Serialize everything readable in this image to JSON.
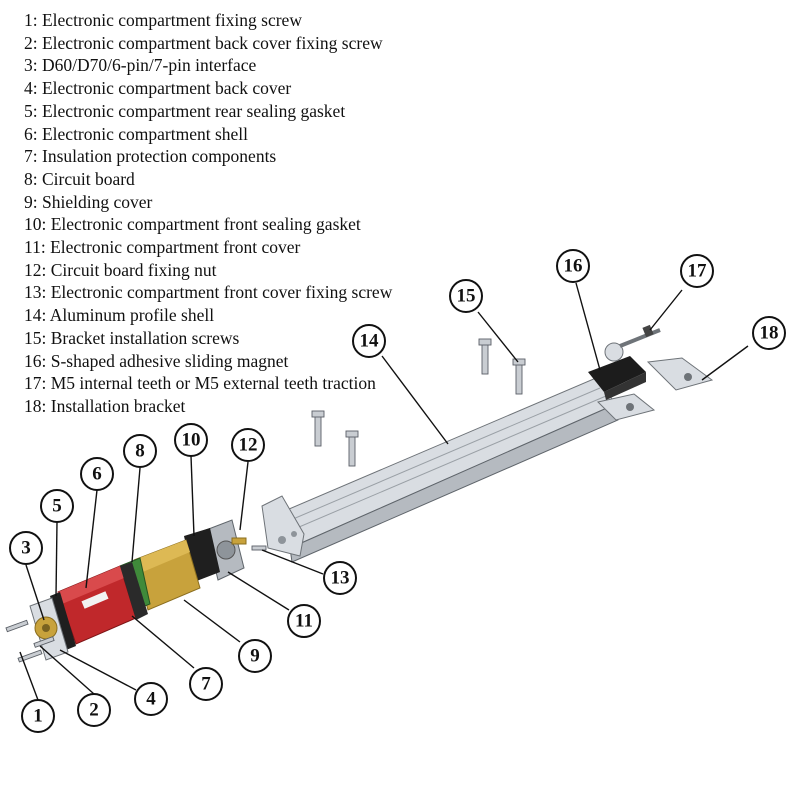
{
  "legend": [
    {
      "num": "1",
      "text": "1: Electronic compartment fixing screw"
    },
    {
      "num": "2",
      "text": "2: Electronic compartment back cover fixing screw"
    },
    {
      "num": "3",
      "text": "3: D60/D70/6-pin/7-pin interface"
    },
    {
      "num": "4",
      "text": "4: Electronic compartment back cover"
    },
    {
      "num": "5",
      "text": "5: Electronic compartment rear sealing gasket"
    },
    {
      "num": "6",
      "text": "6: Electronic compartment shell"
    },
    {
      "num": "7",
      "text": "7: Insulation protection components"
    },
    {
      "num": "8",
      "text": "8: Circuit board"
    },
    {
      "num": "9",
      "text": "9: Shielding cover"
    },
    {
      "num": "10",
      "text": "10: Electronic compartment front sealing gasket"
    },
    {
      "num": "11",
      "text": "11: Electronic compartment front cover"
    },
    {
      "num": "12",
      "text": "12: Circuit board fixing nut"
    },
    {
      "num": "13",
      "text": "13: Electronic compartment front cover fixing screw"
    },
    {
      "num": "14",
      "text": "14: Aluminum profile shell"
    },
    {
      "num": "15",
      "text": "15: Bracket installation screws"
    },
    {
      "num": "16",
      "text": "16: S-shaped adhesive sliding magnet"
    },
    {
      "num": "17",
      "text": "17: M5 internal teeth or M5 external teeth traction"
    },
    {
      "num": "18",
      "text": "18: Installation bracket"
    }
  ],
  "callouts": [
    "1",
    "2",
    "3",
    "4",
    "5",
    "6",
    "7",
    "8",
    "9",
    "10",
    "11",
    "12",
    "13",
    "14",
    "15",
    "16",
    "17",
    "18"
  ],
  "colors": {
    "shell_red": "#c0282b",
    "pcb_green": "#3f8a3a",
    "brass": "#c8a23c",
    "aluminum": "#d9dde2",
    "magnet_black": "#1c1c1c"
  }
}
